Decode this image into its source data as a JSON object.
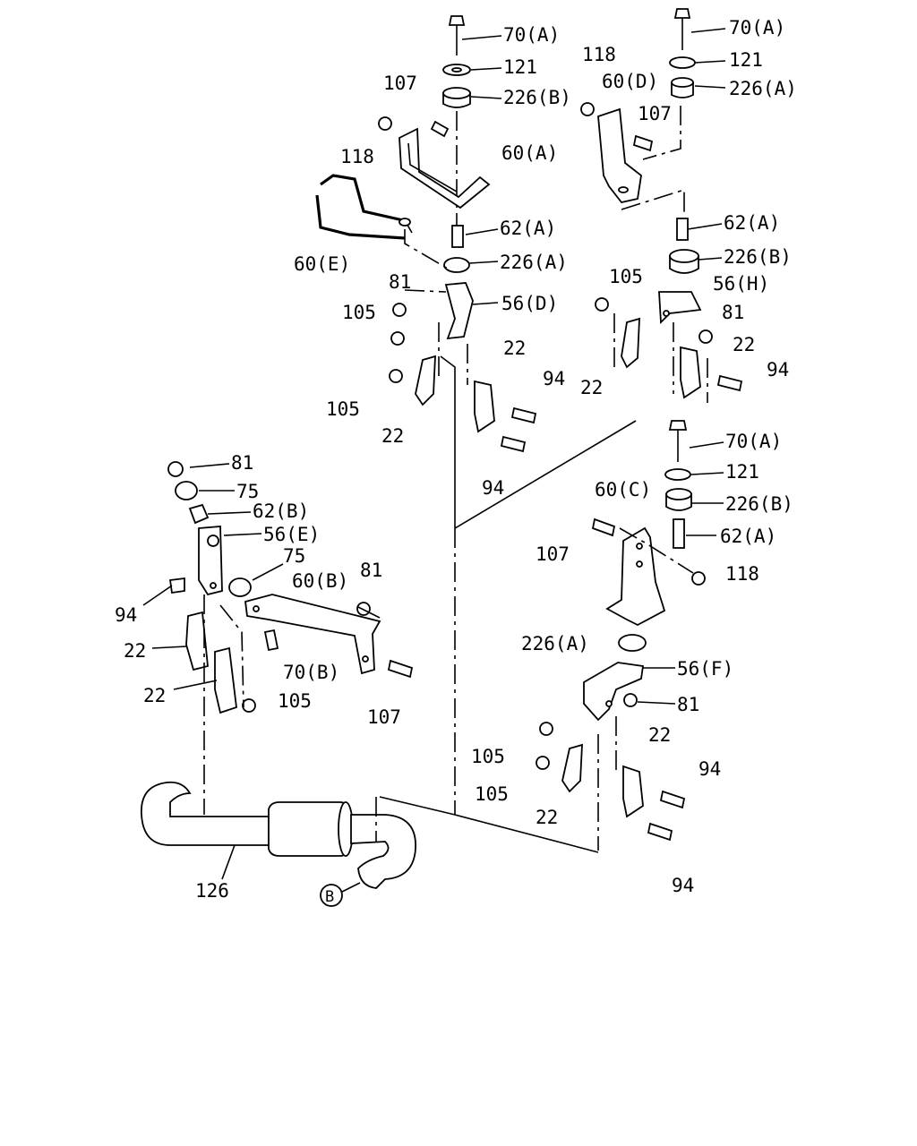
{
  "diagram": {
    "type": "exploded-parts-diagram",
    "labels": [
      {
        "id": "l1",
        "text": "70(A)"
      },
      {
        "id": "l2",
        "text": "121"
      },
      {
        "id": "l3",
        "text": "226(B)"
      },
      {
        "id": "l4",
        "text": "107"
      },
      {
        "id": "l5",
        "text": "118"
      },
      {
        "id": "l6",
        "text": "60(A)"
      },
      {
        "id": "l7",
        "text": "62(A)"
      },
      {
        "id": "l8",
        "text": "226(A)"
      },
      {
        "id": "l9",
        "text": "60(E)"
      },
      {
        "id": "l10",
        "text": "81"
      },
      {
        "id": "l11",
        "text": "56(D)"
      },
      {
        "id": "l12",
        "text": "105"
      },
      {
        "id": "l13",
        "text": "105"
      },
      {
        "id": "l14",
        "text": "22"
      },
      {
        "id": "l15",
        "text": "22"
      },
      {
        "id": "l16",
        "text": "94"
      },
      {
        "id": "l17",
        "text": "94"
      },
      {
        "id": "l18",
        "text": "118"
      },
      {
        "id": "l19",
        "text": "60(D)"
      },
      {
        "id": "l20",
        "text": "107"
      },
      {
        "id": "l21",
        "text": "70(A)"
      },
      {
        "id": "l22",
        "text": "121"
      },
      {
        "id": "l23",
        "text": "226(A)"
      },
      {
        "id": "l24",
        "text": "62(A)"
      },
      {
        "id": "l25",
        "text": "226(B)"
      },
      {
        "id": "l26",
        "text": "105"
      },
      {
        "id": "l27",
        "text": "56(H)"
      },
      {
        "id": "l28",
        "text": "81"
      },
      {
        "id": "l29",
        "text": "22"
      },
      {
        "id": "l30",
        "text": "22"
      },
      {
        "id": "l31",
        "text": "94"
      },
      {
        "id": "l32",
        "text": "70(A)"
      },
      {
        "id": "l33",
        "text": "121"
      },
      {
        "id": "l34",
        "text": "226(B)"
      },
      {
        "id": "l35",
        "text": "60(C)"
      },
      {
        "id": "l36",
        "text": "62(A)"
      },
      {
        "id": "l37",
        "text": "107"
      },
      {
        "id": "l38",
        "text": "118"
      },
      {
        "id": "l39",
        "text": "226(A)"
      },
      {
        "id": "l40",
        "text": "56(F)"
      },
      {
        "id": "l41",
        "text": "81"
      },
      {
        "id": "l42",
        "text": "22"
      },
      {
        "id": "l43",
        "text": "105"
      },
      {
        "id": "l44",
        "text": "94"
      },
      {
        "id": "l45",
        "text": "105"
      },
      {
        "id": "l46",
        "text": "22"
      },
      {
        "id": "l47",
        "text": "94"
      },
      {
        "id": "l48",
        "text": "81"
      },
      {
        "id": "l49",
        "text": "75"
      },
      {
        "id": "l50",
        "text": "62(B)"
      },
      {
        "id": "l51",
        "text": "56(E)"
      },
      {
        "id": "l52",
        "text": "75"
      },
      {
        "id": "l53",
        "text": "60(B)"
      },
      {
        "id": "l54",
        "text": "81"
      },
      {
        "id": "l55",
        "text": "94"
      },
      {
        "id": "l56",
        "text": "22"
      },
      {
        "id": "l57",
        "text": "22"
      },
      {
        "id": "l58",
        "text": "105"
      },
      {
        "id": "l59",
        "text": "70(B)"
      },
      {
        "id": "l60",
        "text": "107"
      },
      {
        "id": "l61",
        "text": "126"
      },
      {
        "id": "l62",
        "text": "B"
      }
    ]
  }
}
